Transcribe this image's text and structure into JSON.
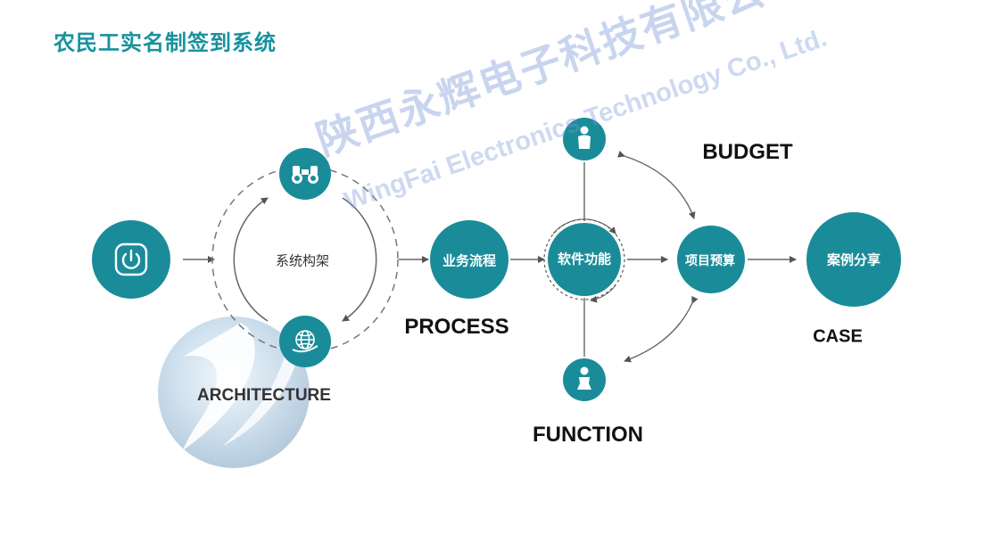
{
  "title": "农民工实名制签到系统",
  "nodes": {
    "architecture_center": "系统构架",
    "process": "业务流程",
    "software": "软件功能",
    "budget": "项目预算",
    "case": "案例分享"
  },
  "labels": {
    "architecture": "ARCHITECTURE",
    "process": "PROCESS",
    "budget": "BUDGET",
    "function": "FUNCTION",
    "case": "CASE"
  },
  "watermark": {
    "company_cn": "陕西永辉电子科技有限公司",
    "company_en": "WingFai Electronics Technology Co., Ltd."
  },
  "icons": [
    "power-icon",
    "binoculars-icon",
    "globe-icon",
    "person-icon",
    "person-icon"
  ],
  "colors": {
    "primary": "#1a8c99",
    "title": "#17929e",
    "arrow": "#555555"
  }
}
